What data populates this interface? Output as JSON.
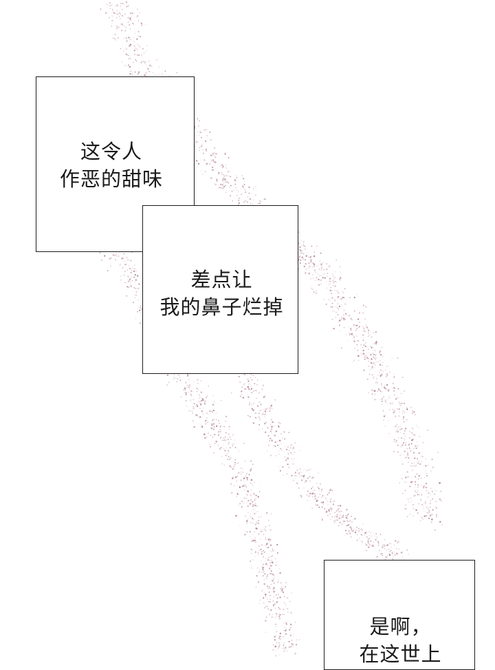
{
  "captions": [
    {
      "lines": [
        "这令人",
        "作恶的甜味"
      ]
    },
    {
      "lines": [
        "差点让",
        "我的鼻子烂掉"
      ]
    },
    {
      "lines": [
        "是啊，",
        "在这世上"
      ]
    }
  ],
  "colors": {
    "background": "#ffffff",
    "border": "#1a1a1a",
    "text": "#1a1a1a",
    "dust": "#b07890"
  }
}
